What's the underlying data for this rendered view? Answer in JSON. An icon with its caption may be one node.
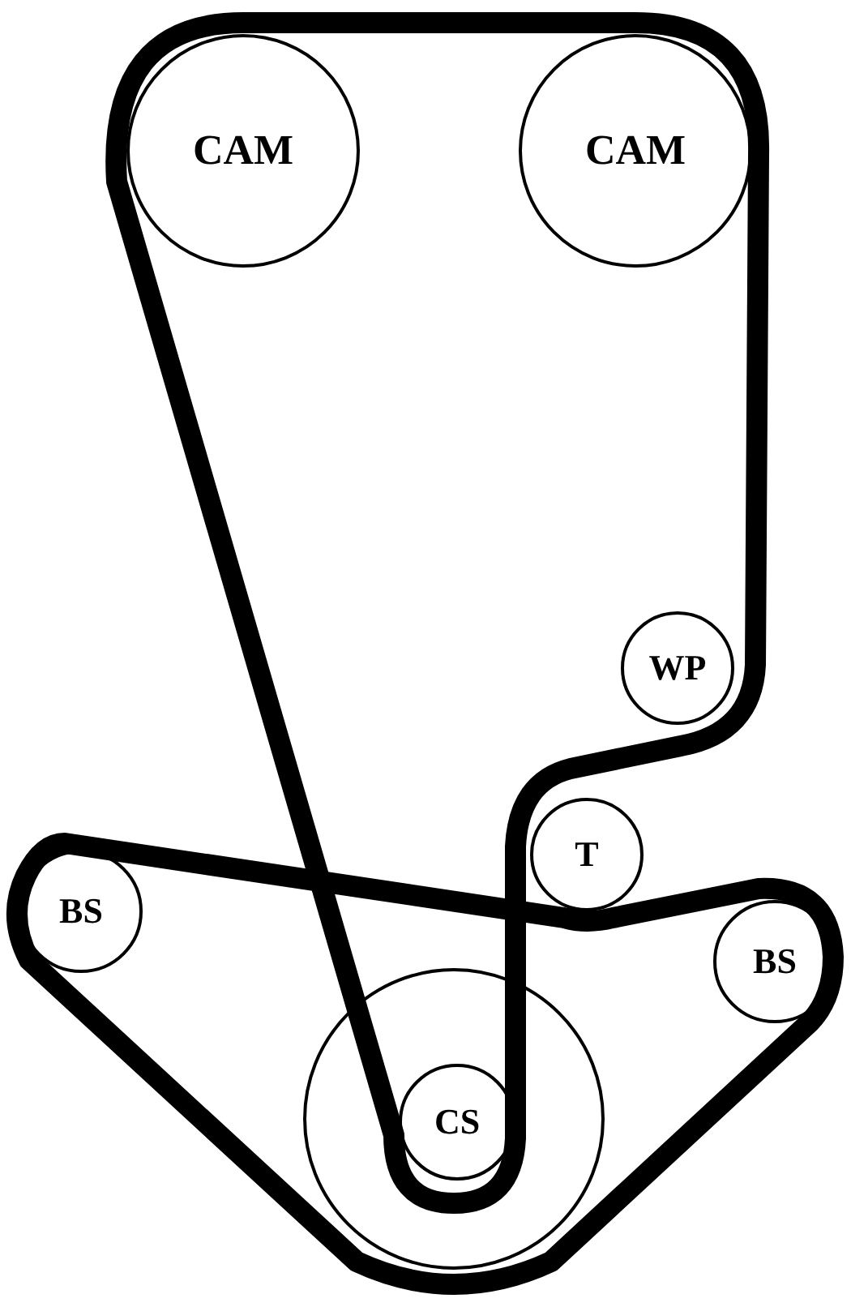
{
  "diagram": {
    "nodes": [
      {
        "text": [
          "CAM"
        ]
      },
      {
        "text": [
          "CAM"
        ]
      },
      {
        "text": [
          "WP"
        ]
      },
      {
        "text": [
          "T"
        ]
      },
      {
        "text": [
          "BS"
        ]
      },
      {
        "text": [
          "BS"
        ]
      },
      {
        "text": [],
        "shape": "circle"
      },
      {
        "text": [
          "CS"
        ],
        "in": 6
      }
    ]
  }
}
